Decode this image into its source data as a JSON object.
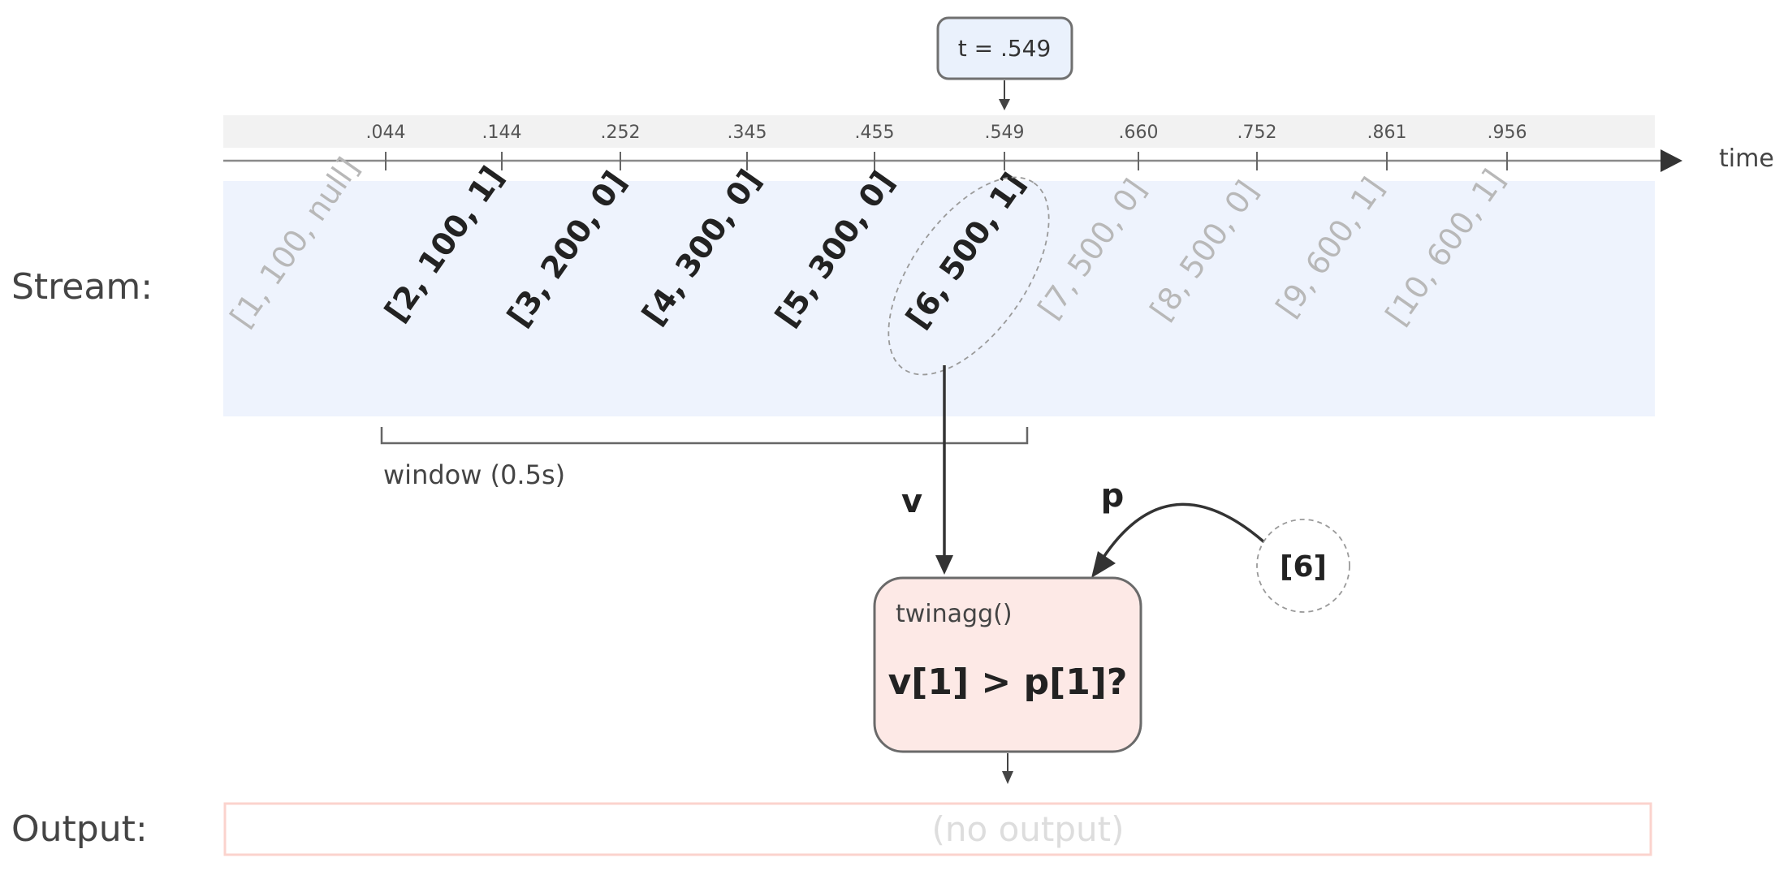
{
  "time_marker": {
    "label": "t = .549",
    "value": 0.549
  },
  "axis": {
    "label": "time",
    "ticks": [
      {
        "label": ".044",
        "value": 0.044
      },
      {
        "label": ".144",
        "value": 0.144
      },
      {
        "label": ".252",
        "value": 0.252
      },
      {
        "label": ".345",
        "value": 0.345
      },
      {
        "label": ".455",
        "value": 0.455
      },
      {
        "label": ".549",
        "value": 0.549
      },
      {
        "label": ".660",
        "value": 0.66
      },
      {
        "label": ".752",
        "value": 0.752
      },
      {
        "label": ".861",
        "value": 0.861
      },
      {
        "label": ".956",
        "value": 0.956
      }
    ]
  },
  "stream": {
    "label": "Stream:",
    "events": [
      {
        "text": "[1, 100, null]",
        "state": "past"
      },
      {
        "text": "[2, 100, 1]",
        "state": "in-window"
      },
      {
        "text": "[3, 200, 0]",
        "state": "in-window"
      },
      {
        "text": "[4, 300, 0]",
        "state": "in-window"
      },
      {
        "text": "[5, 300, 0]",
        "state": "in-window"
      },
      {
        "text": "[6, 500, 1]",
        "state": "current"
      },
      {
        "text": "[7, 500, 0]",
        "state": "future"
      },
      {
        "text": "[8, 500, 0]",
        "state": "future"
      },
      {
        "text": "[9, 600, 1]",
        "state": "future"
      },
      {
        "text": "[10, 600, 1]",
        "state": "future"
      }
    ]
  },
  "window": {
    "label": "window (0.5s)",
    "duration": 0.5
  },
  "edges": {
    "v_label": "v",
    "p_label": "p"
  },
  "prior": {
    "label": "[6]"
  },
  "function_box": {
    "name": "twinagg()",
    "expression": "v[1] > p[1]?"
  },
  "output": {
    "label": "Output:",
    "value": "(no output)"
  },
  "colors": {
    "stream_band": "#eef3fd",
    "axis_band": "#f2f2f2",
    "marker_fill": "#eaf1fc",
    "function_fill": "#fde9e6",
    "output_border": "#fbd3cd",
    "muted_text": "#b8b8b8",
    "output_text": "#dddddd",
    "strong_text": "#222222"
  }
}
